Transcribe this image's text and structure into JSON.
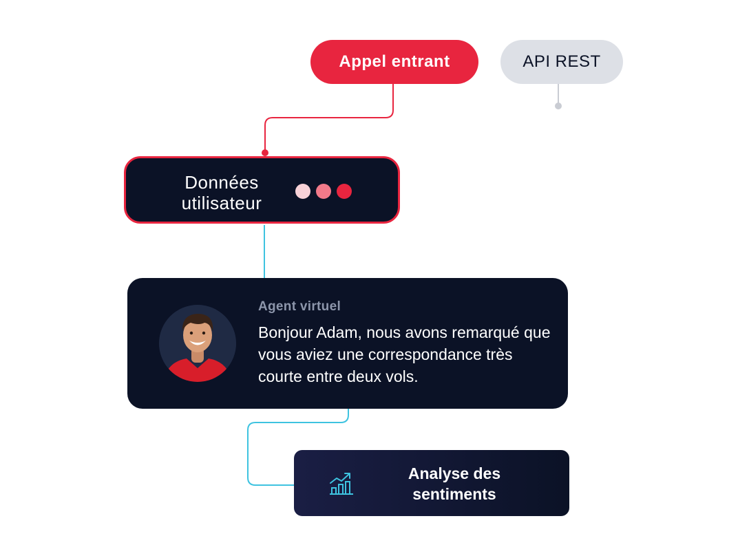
{
  "nodes": {
    "incoming_call": {
      "label": "Appel entrant"
    },
    "rest_api": {
      "label": "API REST"
    },
    "user_data": {
      "label": "Données utilisateur",
      "dots": [
        "#f8d2d8",
        "#f27a8a",
        "#e8253f"
      ]
    },
    "chat": {
      "agent_name": "Agent virtuel",
      "message": "Bonjour Adam, nous avons remarqué que vous aviez une correspondance très courte entre deux vols."
    },
    "sentiment": {
      "label": "Analyse des sentiments",
      "icon": "bar-chart-trend-icon"
    }
  },
  "colors": {
    "accent": "#e8253f",
    "navy": "#0b1226",
    "pill_gray": "#dde0e6",
    "connector_cyan": "#3ec3e0",
    "connector_gray": "#c9ccd3",
    "agent_label": "#8d96ab",
    "avatar_shirt": "#d81e2a"
  }
}
